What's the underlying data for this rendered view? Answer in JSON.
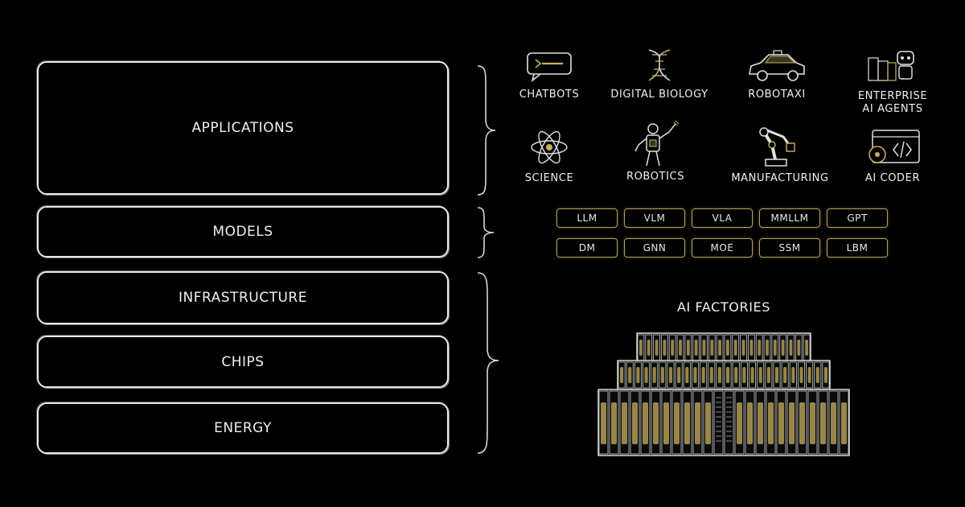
{
  "layers": [
    {
      "label": "APPLICATIONS"
    },
    {
      "label": "MODELS"
    },
    {
      "label": "INFRASTRUCTURE"
    },
    {
      "label": "CHIPS"
    },
    {
      "label": "ENERGY"
    }
  ],
  "applications": [
    {
      "label": "CHATBOTS",
      "icon": "chat-bubble-icon"
    },
    {
      "label": "DIGITAL BIOLOGY",
      "icon": "dna-icon"
    },
    {
      "label": "ROBOTAXI",
      "icon": "car-icon"
    },
    {
      "label": "ENTERPRISE AI AGENTS",
      "icon": "agent-robot-icon"
    },
    {
      "label": "SCIENCE",
      "icon": "atom-icon"
    },
    {
      "label": "ROBOTICS",
      "icon": "humanoid-robot-icon"
    },
    {
      "label": "MANUFACTURING",
      "icon": "robot-arm-icon"
    },
    {
      "label": "AI CODER",
      "icon": "code-window-icon"
    }
  ],
  "models": [
    "LLM",
    "VLM",
    "VLA",
    "MMLLM",
    "GPT",
    "DM",
    "GNN",
    "MOE",
    "SSM",
    "LBM"
  ],
  "factory": {
    "title": "AI FACTORIES"
  },
  "colors": {
    "background": "#000000",
    "line": "#e8e8e8",
    "accent": "#c8b060"
  }
}
